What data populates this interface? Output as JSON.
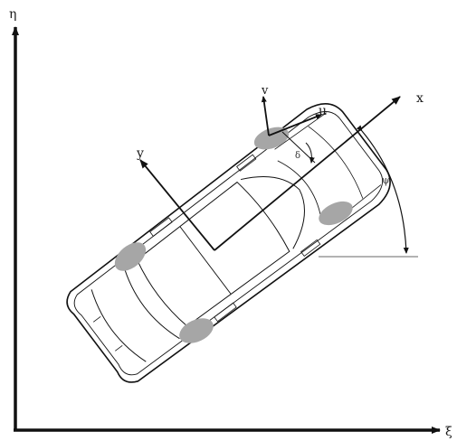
{
  "labels": {
    "eta": "η",
    "xi": "ξ",
    "x": "x",
    "y": "y",
    "u": "u",
    "v": "v",
    "delta": "δ",
    "psi": "ψ"
  },
  "colors": {
    "ink": "#111111",
    "wheel": "#a6a6a6",
    "guide": "#9a9a9a"
  }
}
